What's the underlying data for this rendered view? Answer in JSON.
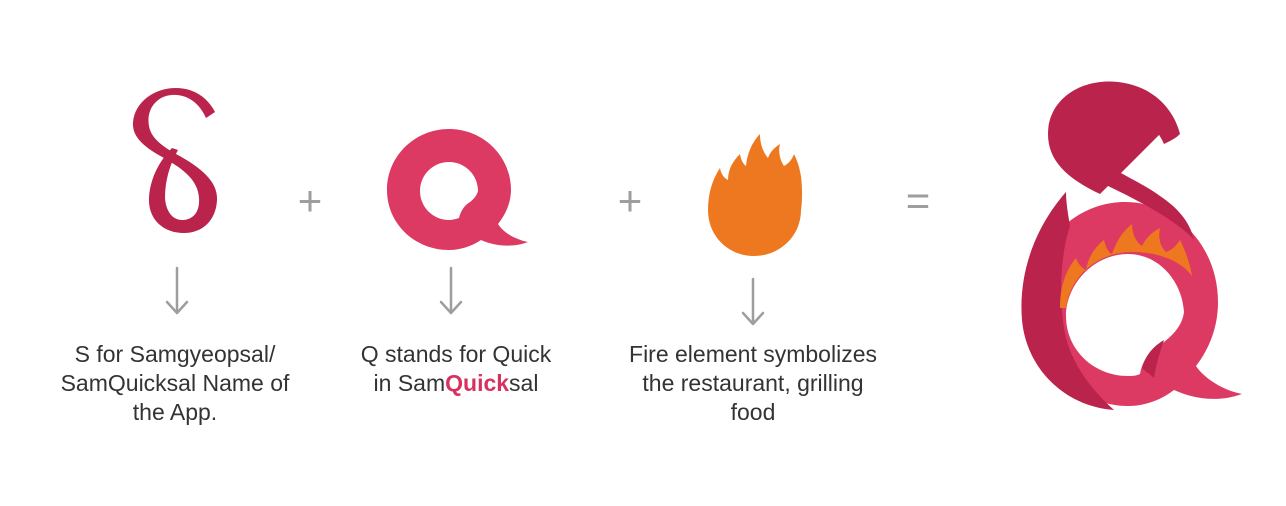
{
  "colors": {
    "s_crimson": "#b9234c",
    "q_pink": "#dd3a63",
    "fire_orange": "#ee781f",
    "arrow_gray": "#9e9e9e",
    "caption_text": "#333333",
    "highlight": "#d6325f"
  },
  "operators": {
    "plus_1": "+",
    "plus_2": "+",
    "equals": "="
  },
  "components": [
    {
      "icon": "s-letter-icon",
      "caption_lines": [
        "S for Samgyeopsal/",
        "SamQuicksal Name of",
        "the App."
      ]
    },
    {
      "icon": "q-letter-icon",
      "caption_line1": "Q stands for Quick",
      "caption_line2_prefix": "in Sam",
      "caption_line2_highlight": "Quick",
      "caption_line2_suffix": "sal"
    },
    {
      "icon": "fire-icon",
      "caption_lines": [
        "Fire element symbolizes",
        "the restaurant, grilling",
        "food"
      ]
    }
  ],
  "result": {
    "icon": "combined-logo-icon"
  }
}
